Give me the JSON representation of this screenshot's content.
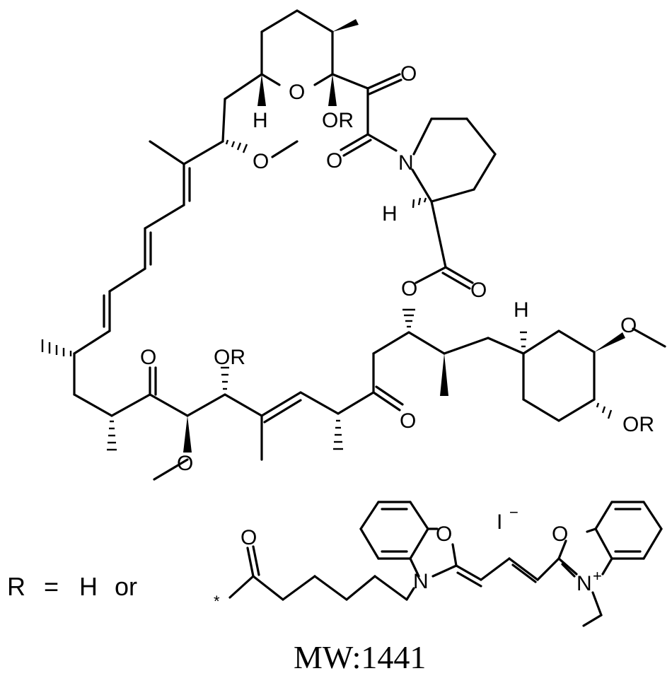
{
  "labels": {
    "O": "O",
    "H": "H",
    "N": "N",
    "OR": "OR",
    "iodide": "I",
    "iodide_charge": "−",
    "plus": "+",
    "attachment": "*"
  },
  "r_definition": {
    "R": "R",
    "equals": "=",
    "H": "H",
    "or": "or"
  },
  "molecular_weight": "MW:1441",
  "colors": {
    "ink": "#000000",
    "background": "#ffffff"
  }
}
